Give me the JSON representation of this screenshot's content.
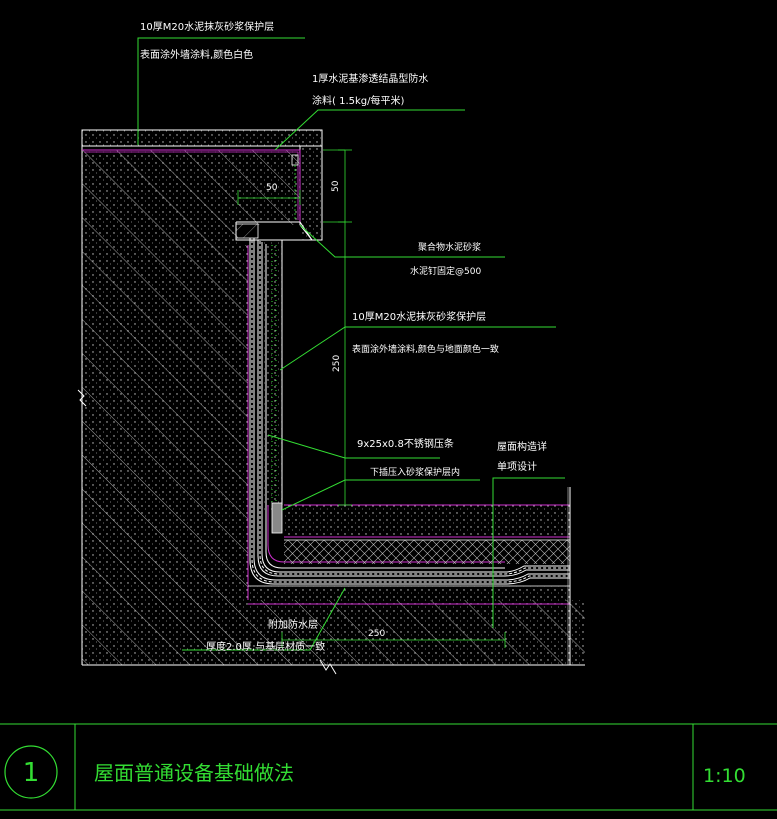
{
  "annotations": {
    "top_layer_1": "10厚M20水泥抹灰砂浆保护层",
    "top_layer_2": "表面涂外墙涂料,颜色白色",
    "coating_1": "1厚水泥基渗透结晶型防水",
    "coating_2": "涂料( 1.5kg/每平米)",
    "mortar": "聚合物水泥砂浆",
    "nail": "水泥钉固定@500",
    "wall_layer_1": "10厚M20水泥抹灰砂浆保护层",
    "wall_layer_2": "表面涂外墙涂料,颜色与地面颜色一致",
    "steel_1": "9x25x0.8不锈钢压条",
    "steel_2": "下插压入砂浆保护层内",
    "roof_1": "屋面构造详",
    "roof_2": "单项设计",
    "extra_1": "附加防水层",
    "extra_2": "厚度2.0厚,与基层材质一致"
  },
  "dimensions": {
    "d50_horizontal": "50",
    "d50_vertical": "50",
    "d250_vertical": "250",
    "d250_horizontal": "250"
  },
  "title_block": {
    "number": "1",
    "title": "屋面普通设备基础做法",
    "scale": "1:10"
  },
  "colors": {
    "background": "#000000",
    "leader_green": "#33dd33",
    "layer_magenta": "#d030d0",
    "hatch_white": "#ffffff"
  }
}
